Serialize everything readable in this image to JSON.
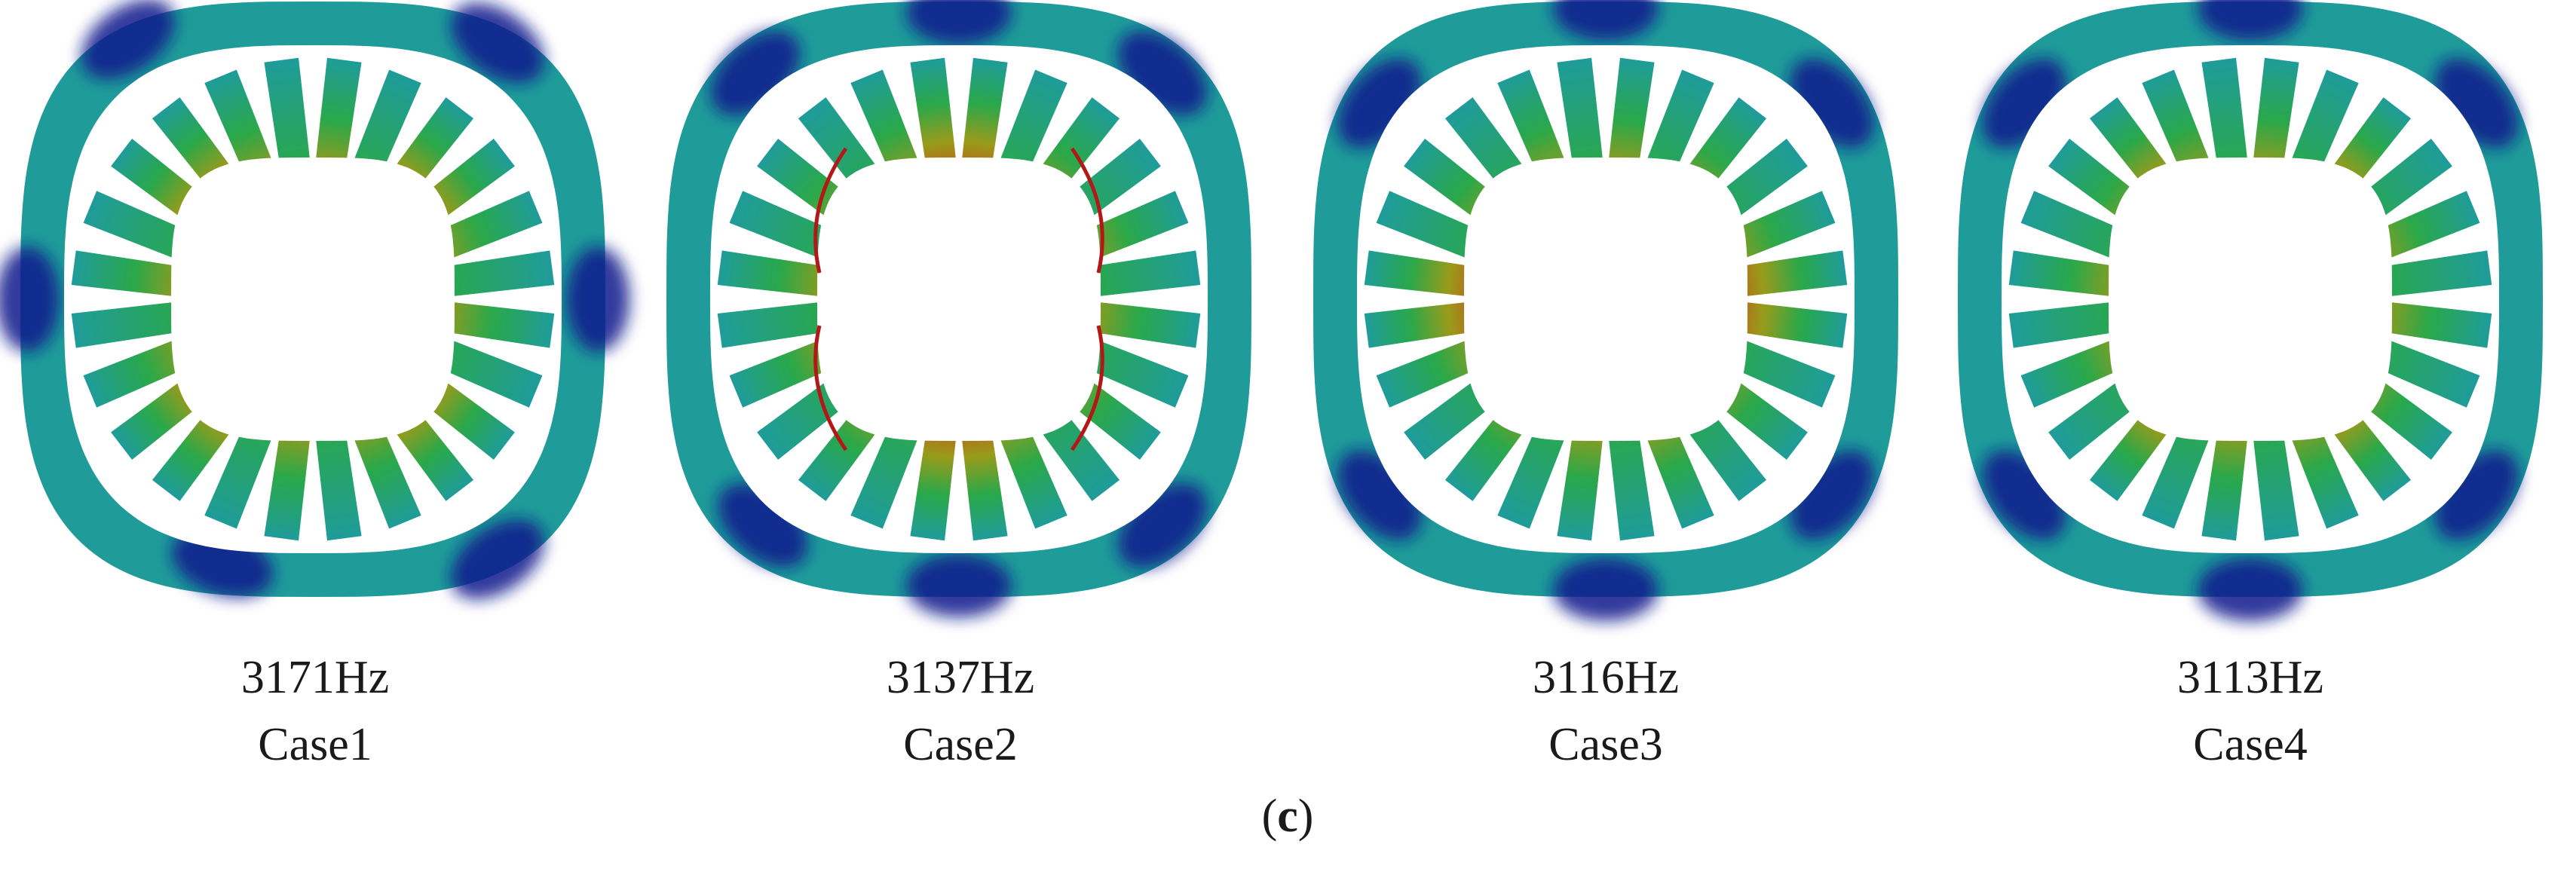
{
  "figure": {
    "subfigure_letter": "c",
    "panels": [
      {
        "frequency": "3171Hz",
        "case": "Case1"
      },
      {
        "frequency": "3137Hz",
        "case": "Case2"
      },
      {
        "frequency": "3116Hz",
        "case": "Case3"
      },
      {
        "frequency": "3113Hz",
        "case": "Case4"
      }
    ]
  },
  "colors": {
    "ring_base": "#1f9c9a",
    "ring_dark": "#0a1a8c",
    "tooth_green": "#2aa84a",
    "tooth_yellow": "#9a9a1a",
    "tooth_orange": "#b5651d",
    "hot_red": "#b21818",
    "background": "#ffffff"
  }
}
